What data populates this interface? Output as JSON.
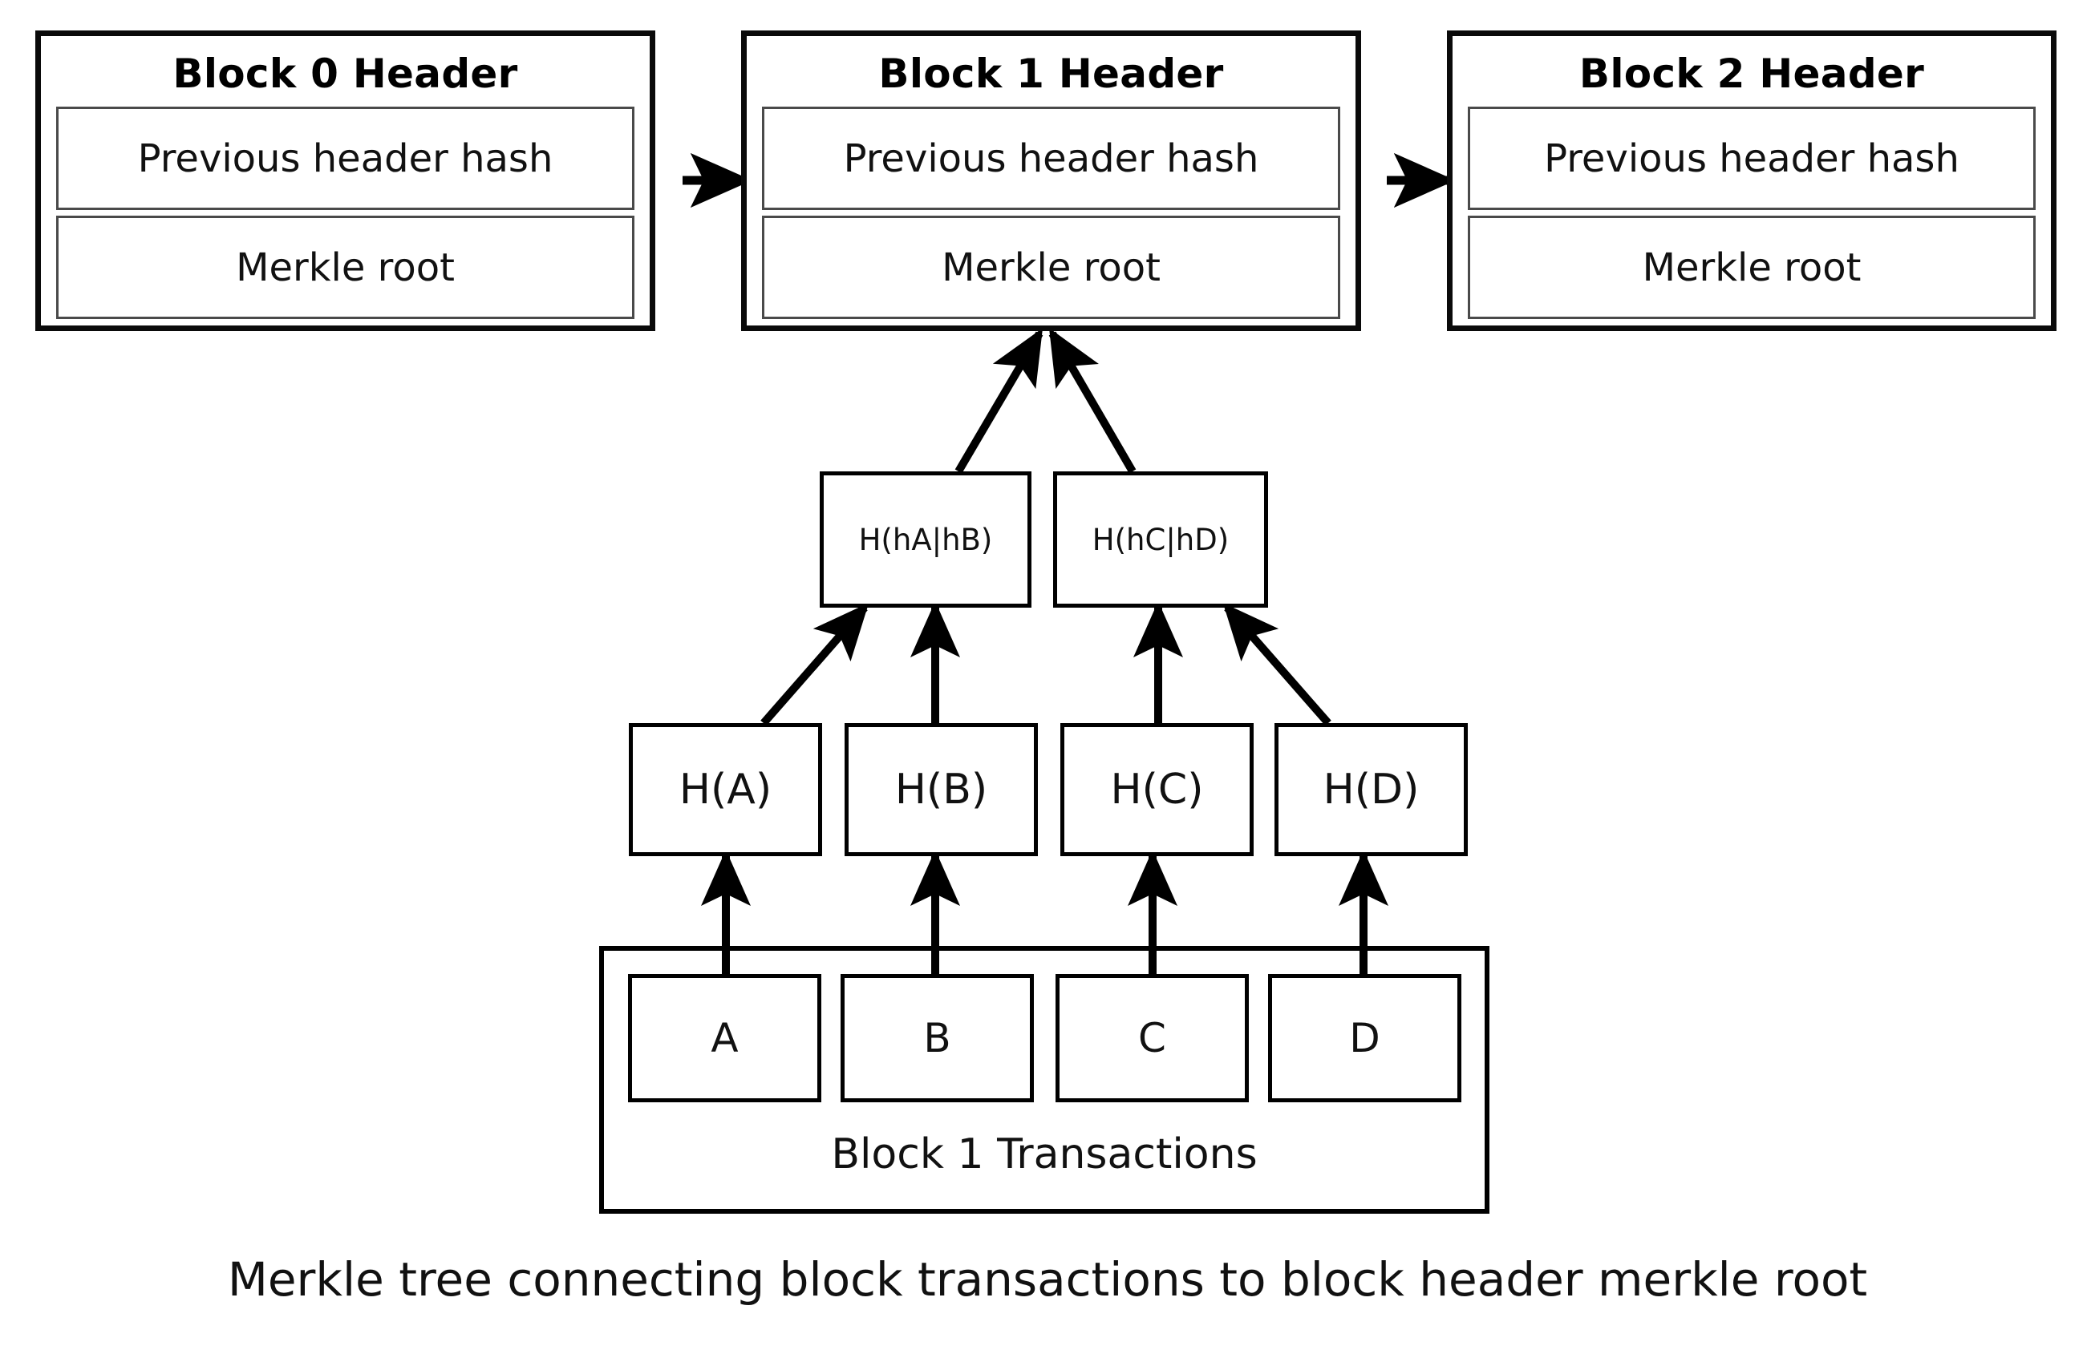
{
  "diagram": {
    "caption": "Merkle tree connecting block transactions to block header merkle root",
    "field_labels": {
      "previous_header_hash": "Previous header hash",
      "merkle_root": "Merkle root"
    },
    "blocks": [
      {
        "title": "Block 0 Header",
        "fields": [
          "Previous header hash",
          "Merkle root"
        ]
      },
      {
        "title": "Block 1 Header",
        "fields": [
          "Previous header hash",
          "Merkle root"
        ]
      },
      {
        "title": "Block 2 Header",
        "fields": [
          "Previous header hash",
          "Merkle root"
        ]
      }
    ],
    "merkle": {
      "level2": [
        {
          "label": "H(hA|hB)"
        },
        {
          "label": "H(hC|hD)"
        }
      ],
      "level1": [
        {
          "label": "H(A)"
        },
        {
          "label": "H(B)"
        },
        {
          "label": "H(C)"
        },
        {
          "label": "H(D)"
        }
      ],
      "transactions_group_label": "Block 1 Transactions",
      "transactions": [
        {
          "label": "A"
        },
        {
          "label": "B"
        },
        {
          "label": "C"
        },
        {
          "label": "D"
        }
      ]
    },
    "colors": {
      "stroke": "#000000",
      "inner_stroke": "#4a4a4a",
      "background": "#ffffff",
      "text": "#111111"
    }
  }
}
